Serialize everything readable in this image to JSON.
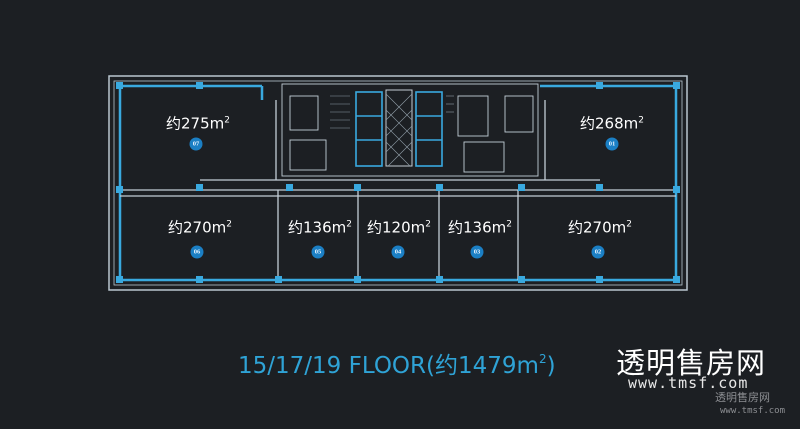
{
  "units": [
    {
      "area_prefix": "约275m",
      "unit_no": "07"
    },
    {
      "area_prefix": "约268m",
      "unit_no": "01"
    },
    {
      "area_prefix": "约270m",
      "unit_no": "06"
    },
    {
      "area_prefix": "约136m",
      "unit_no": "05"
    },
    {
      "area_prefix": "约120m",
      "unit_no": "04"
    },
    {
      "area_prefix": "约136m",
      "unit_no": "03"
    },
    {
      "area_prefix": "约270m",
      "unit_no": "02"
    }
  ],
  "superscript": "2",
  "floor_title": {
    "prefix": "15/17/19 FLOOR(约1479m",
    "suffix": ")"
  },
  "watermark": {
    "site_name": "透明售房网",
    "url": "www.tmsf.com",
    "corner_name": "透明售房网",
    "corner_url": "www.tmsf.com"
  },
  "colors": {
    "background": "#1c1f23",
    "wall": "#b9c6d0",
    "glass": "#39a9df",
    "accent": "#2fa3d6"
  }
}
